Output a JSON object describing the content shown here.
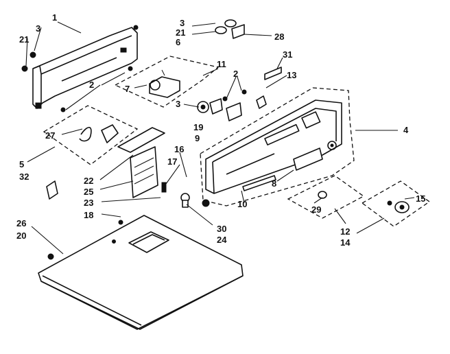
{
  "callouts": {
    "c1": "1",
    "c2a": "2",
    "c2b": "2",
    "c3a": "3",
    "c3b": "3",
    "c3c": "3",
    "c4": "4",
    "c5": "5",
    "c6": "6",
    "c7": "7",
    "c8": "8",
    "c9": "9",
    "c10": "10",
    "c11": "11",
    "c12": "12",
    "c13": "13",
    "c14": "14",
    "c15": "15",
    "c16": "16",
    "c17": "17",
    "c18": "18",
    "c19": "19",
    "c20": "20",
    "c21a": "21",
    "c21b": "21",
    "c22": "22",
    "c23": "23",
    "c24": "24",
    "c25": "25",
    "c26": "26",
    "c27": "27",
    "c28": "28",
    "c29": "29",
    "c30": "30",
    "c31": "31",
    "c32": "32"
  },
  "colors": {
    "ink": "#111111",
    "paper": "#ffffff"
  }
}
